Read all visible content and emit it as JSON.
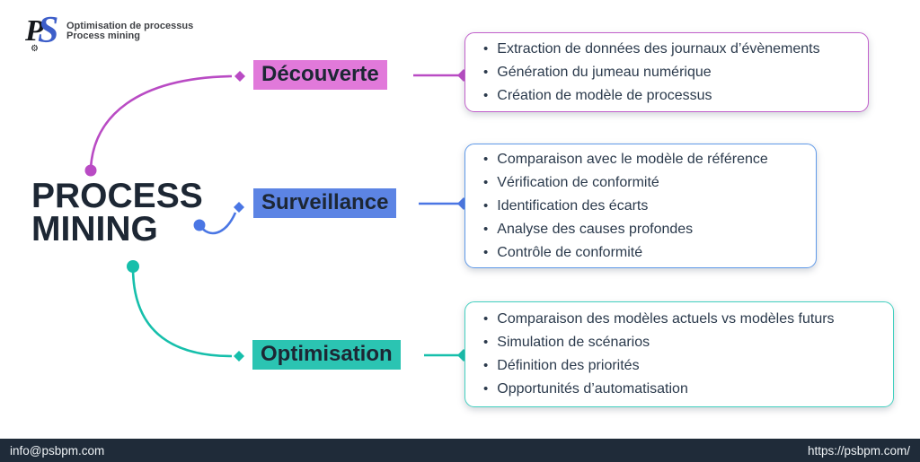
{
  "logo": {
    "monogram_p": "P",
    "monogram_s": "S",
    "gear_icon": "⚙",
    "line1": "Optimisation de processus",
    "line2": "Process mining"
  },
  "title": {
    "line1": "PROCESS",
    "line2": "MINING"
  },
  "branches": [
    {
      "id": "discovery",
      "label": "Découverte",
      "accent": "#b94bc4",
      "label_bg": "#e179da",
      "box_border": "#c160cb",
      "items": [
        "Extraction de données des journaux d’évènements",
        "Génération du jumeau numérique",
        "Création de modèle de processus"
      ]
    },
    {
      "id": "monitoring",
      "label": "Surveillance",
      "accent": "#4a76e4",
      "label_bg": "#5c84e4",
      "box_border": "#5f99e8",
      "items": [
        "Comparaison avec le modèle de référence",
        "Vérification de conformité",
        "Identification des écarts",
        "Analyse des causes profondes",
        "Contrôle de conformité"
      ]
    },
    {
      "id": "optimization",
      "label": "Optimisation",
      "accent": "#16bfab",
      "label_bg": "#2bc4b2",
      "box_border": "#43d0c0",
      "items": [
        "Comparaison des modèles actuels vs modèles futurs",
        "Simulation de scénarios",
        "Définition des priorités",
        "Opportunités d’automatisation"
      ]
    }
  ],
  "footer": {
    "email": "info@psbpm.com",
    "url": "https://psbpm.com/"
  },
  "colors": {
    "ink": "#2b3a4c",
    "ink-strong": "#1d2734",
    "footer-bg": "#1f2b39",
    "footer-text": "#eef2f5",
    "logo-blue": "#3d5ec9",
    "logo-dark": "#15181c",
    "logo-text": "#3f4145"
  }
}
